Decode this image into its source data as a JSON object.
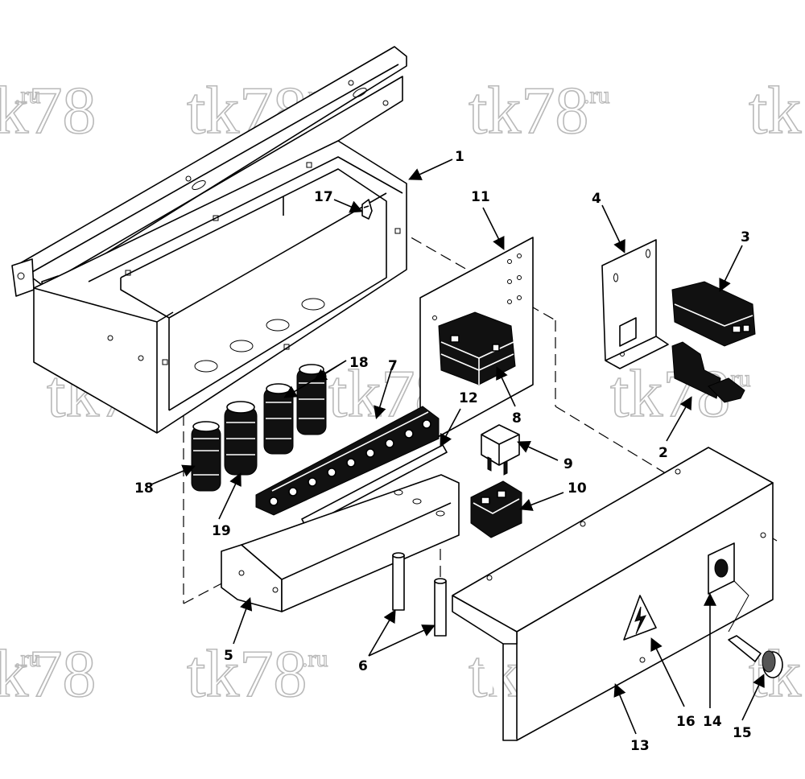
{
  "watermark": {
    "main": "tk78",
    "suffix": ".ru"
  },
  "callouts": [
    {
      "id": "c1",
      "label": "1"
    },
    {
      "id": "c2",
      "label": "2"
    },
    {
      "id": "c3",
      "label": "3"
    },
    {
      "id": "c4",
      "label": "4"
    },
    {
      "id": "c5",
      "label": "5"
    },
    {
      "id": "c6",
      "label": "6"
    },
    {
      "id": "c7",
      "label": "7"
    },
    {
      "id": "c8",
      "label": "8"
    },
    {
      "id": "c9",
      "label": "9"
    },
    {
      "id": "c10",
      "label": "10"
    },
    {
      "id": "c11",
      "label": "11"
    },
    {
      "id": "c12",
      "label": "12"
    },
    {
      "id": "c13",
      "label": "13"
    },
    {
      "id": "c14",
      "label": "14"
    },
    {
      "id": "c15",
      "label": "15"
    },
    {
      "id": "c16",
      "label": "16"
    },
    {
      "id": "c17",
      "label": "17"
    },
    {
      "id": "c18a",
      "label": "18"
    },
    {
      "id": "c18b",
      "label": "18"
    },
    {
      "id": "c19",
      "label": "19"
    }
  ],
  "icons": {
    "warning": "high-voltage-warning-icon"
  }
}
